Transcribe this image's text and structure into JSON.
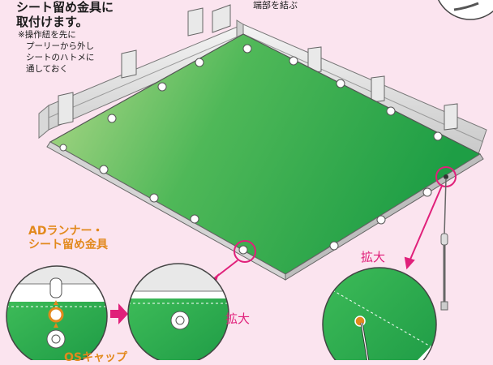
{
  "instructions": {
    "title_line1": "シート留め金具に",
    "title_line2": "取付けます。",
    "note_line1": "※操作紐を先に",
    "note_line2": "プーリーから外し",
    "note_line3": "シートのハトメに",
    "note_line4": "通しておく"
  },
  "callout_top": "端部を結ぶ",
  "labels": {
    "ad_runner_line1": "ADランナー・",
    "ad_runner_line2": "シート留め金具",
    "os_cap": "OSキャップ",
    "zoom_left": "拡大",
    "zoom_right": "拡大"
  },
  "colors": {
    "background": "#fbe4ef",
    "sheet_green": "#2fae4c",
    "sheet_light": "#b3d98a",
    "accent_magenta": "#e0207a",
    "accent_orange": "#e2891d",
    "frame_gray": "#e6e6e6"
  }
}
